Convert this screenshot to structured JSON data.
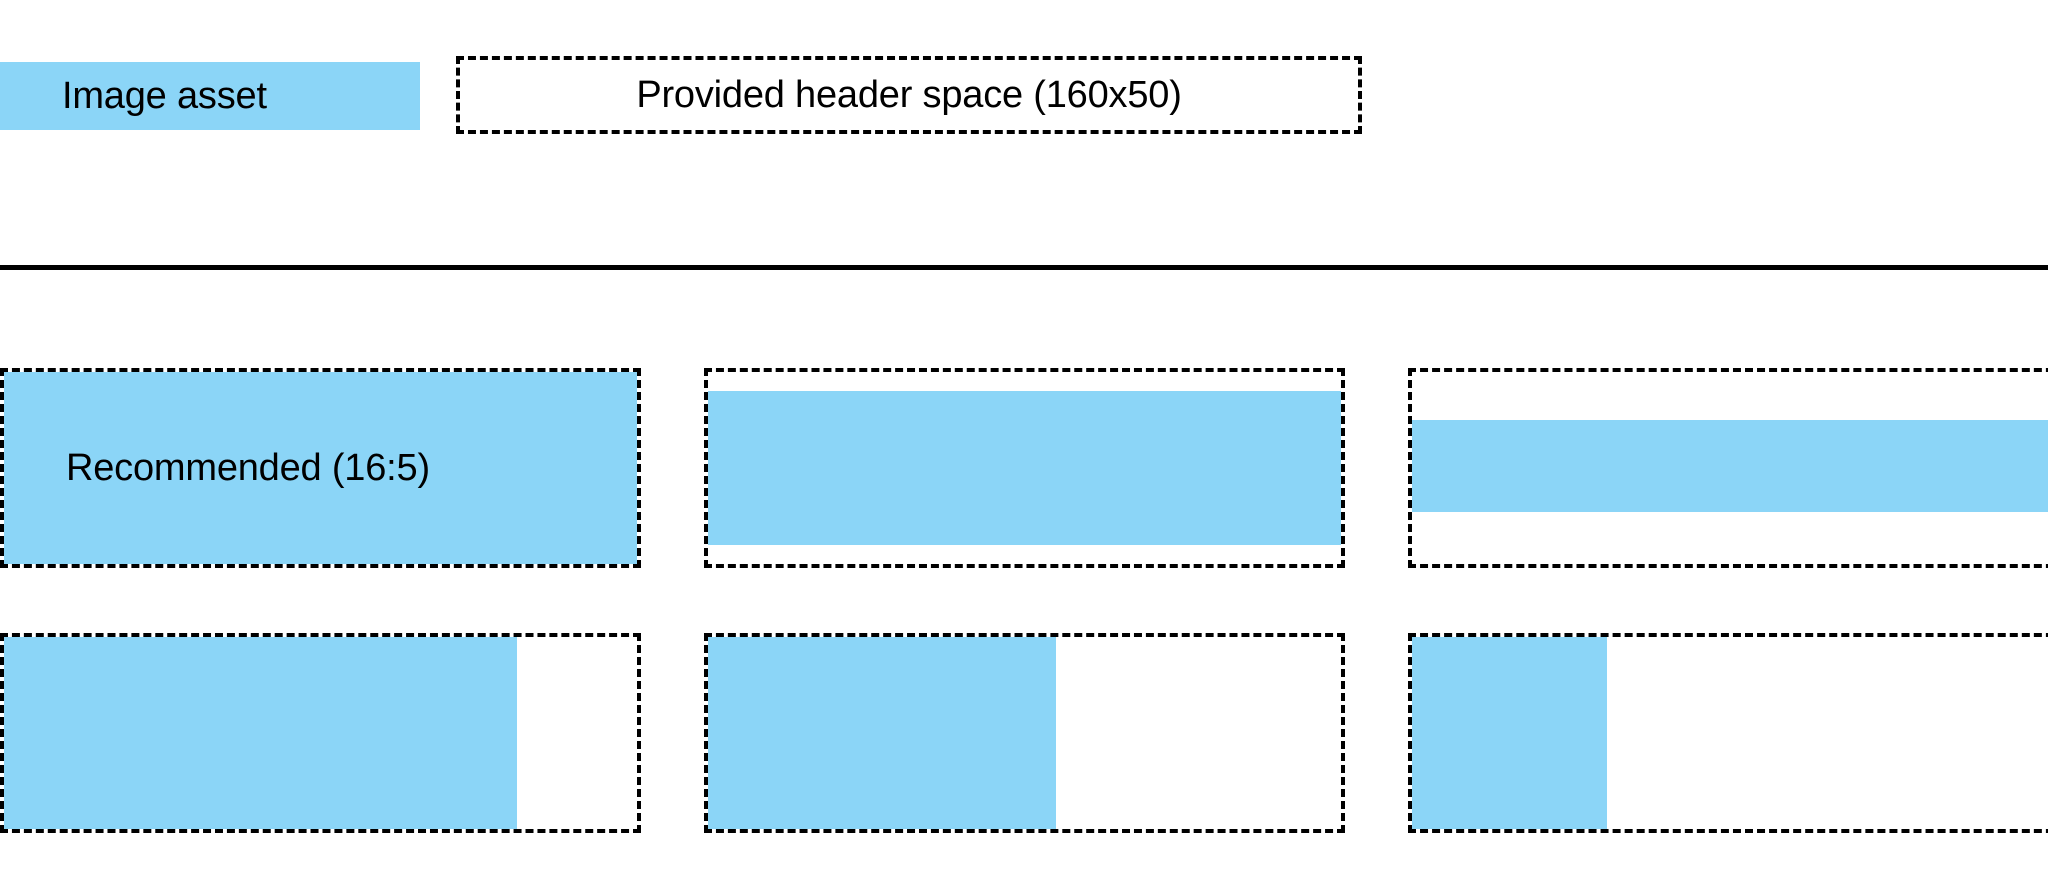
{
  "accent_color": "#8bd5f7",
  "background_color": "#ffffff",
  "outline_color": "#000000",
  "header": {
    "swatch_label": "Image asset",
    "slot_label": "Provided header space (160x50)"
  },
  "divider": {
    "present": true
  },
  "examples": {
    "recommended_label": "Recommended (16:5)",
    "rows": [
      {
        "name": "row-aspect-variants",
        "tiles": [
          {
            "name": "tile-recommended",
            "caption": "Recommended (16:5)",
            "fill": {
              "left_pct": 0,
              "top_pct": 0,
              "width_pct": 100,
              "height_pct": 100
            }
          },
          {
            "name": "tile-shorter-image",
            "caption": "",
            "fill": {
              "left_pct": 0,
              "top_pct": 10,
              "width_pct": 100,
              "height_pct": 80
            }
          },
          {
            "name": "tile-thin-banner-image",
            "caption": "",
            "fill": {
              "left_pct": 0,
              "top_pct": 25,
              "width_pct": 100,
              "height_pct": 48
            }
          }
        ]
      },
      {
        "name": "row-width-variants",
        "tiles": [
          {
            "name": "tile-wide-fill",
            "caption": "",
            "fill": {
              "left_pct": 0,
              "top_pct": 0,
              "width_pct": 81,
              "height_pct": 100
            }
          },
          {
            "name": "tile-medium-fill",
            "caption": "",
            "fill": {
              "left_pct": 0,
              "top_pct": 0,
              "width_pct": 55,
              "height_pct": 100
            }
          },
          {
            "name": "tile-narrow-fill",
            "caption": "",
            "fill": {
              "left_pct": 0,
              "top_pct": 0,
              "width_pct": 29,
              "height_pct": 100
            }
          }
        ]
      }
    ]
  }
}
